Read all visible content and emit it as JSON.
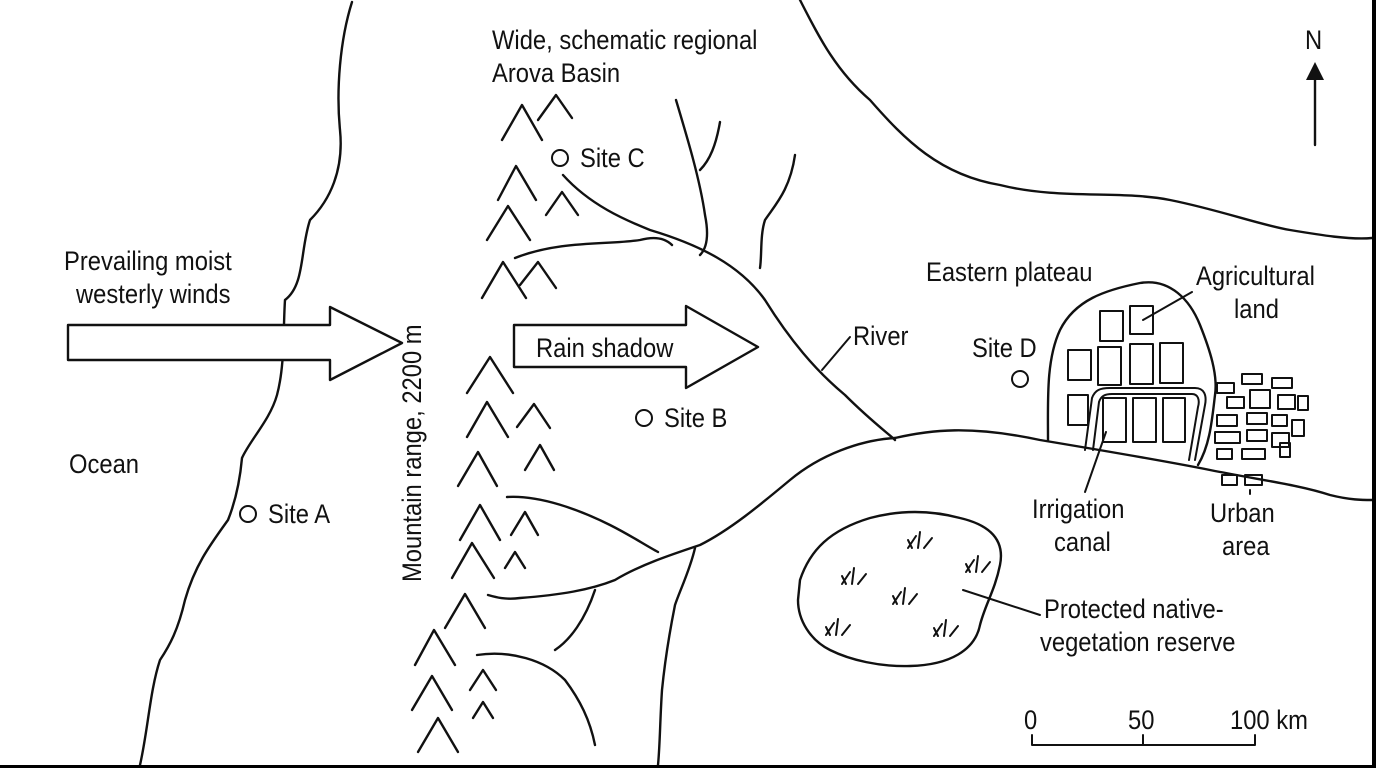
{
  "map": {
    "title_line1": "Wide, schematic regional",
    "title_line2": "Arova Basin",
    "north_label": "N",
    "labels": {
      "winds_line1": "Prevailing moist",
      "winds_line2": "westerly winds",
      "rain_shadow": "Rain shadow",
      "mountain_range": "Mountain range, 2200 m",
      "ocean": "Ocean",
      "river": "River",
      "eastern_plateau": "Eastern plateau",
      "agricultural_line1": "Agricultural",
      "agricultural_line2": "land",
      "irrigation_line1": "Irrigation",
      "irrigation_line2": "canal",
      "urban_line1": "Urban",
      "urban_line2": "area",
      "reserve_line1": "Protected native-",
      "reserve_line2": "vegetation reserve"
    },
    "sites": {
      "a": "Site A",
      "b": "Site B",
      "c": "Site C",
      "d": "Site D"
    },
    "scale_bar": {
      "tick_0": "0",
      "tick_50": "50",
      "tick_100": "100 km"
    },
    "icons": [
      "north-arrow-icon",
      "wind-arrow-icon",
      "mountain-peak-icon",
      "grass-tuft-icon",
      "site-marker-icon"
    ]
  }
}
